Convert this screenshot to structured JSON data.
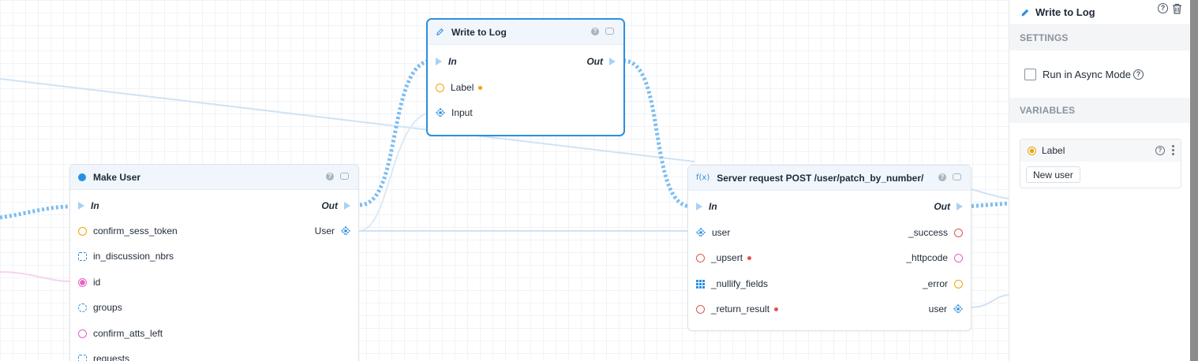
{
  "nodes": {
    "write_to_log": {
      "title": "Write to Log",
      "in_label": "In",
      "out_label": "Out",
      "label_port": "Label",
      "input_port": "Input"
    },
    "make_user": {
      "title": "Make User",
      "in_label": "In",
      "out_label": "Out",
      "user_out": "User",
      "inputs": [
        "confirm_sess_token",
        "in_discussion_nbrs",
        "id",
        "groups",
        "confirm_atts_left",
        "requests"
      ]
    },
    "server_request": {
      "icon_text": "f(x)",
      "title": "Server request POST /user/patch_by_number/",
      "in_label": "In",
      "out_label": "Out",
      "inputs": [
        "user",
        "_upsert",
        "_nullify_fields",
        "_return_result"
      ],
      "outputs": [
        "_success",
        "_httpcode",
        "_error",
        "user"
      ]
    }
  },
  "panel": {
    "title": "Write to Log",
    "settings_section": "SETTINGS",
    "async_label": "Run in Async Mode",
    "variables_section": "VARIABLES",
    "variable": {
      "name": "Label",
      "value": "New user"
    }
  },
  "colors": {
    "accent": "#2b8fe0",
    "wire": "#7dbdf0",
    "port_orange": "#f0a30a",
    "port_red": "#e05252",
    "port_pink": "#e85fc4"
  }
}
